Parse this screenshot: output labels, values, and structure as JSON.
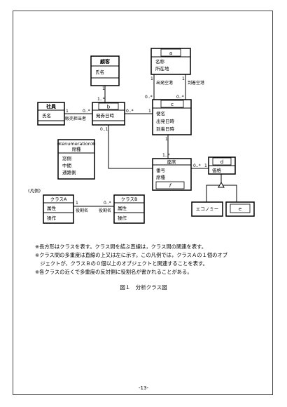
{
  "diagram": {
    "customer": {
      "name": "顧客",
      "attrs": [
        "氏名"
      ]
    },
    "a": {
      "name": "a",
      "attrs": [
        "名称",
        "所在地"
      ]
    },
    "employee": {
      "name": "社員",
      "attrs": [
        "氏名"
      ]
    },
    "b": {
      "name": "b",
      "attrs": [
        "発券日時"
      ]
    },
    "c": {
      "name": "c",
      "attrs": [
        "便名",
        "出発日時",
        "到着日時"
      ]
    },
    "enum": {
      "stereotype": "≪enumeration≫",
      "name": "席種",
      "values": [
        "窓側",
        "中間",
        "通路側"
      ]
    },
    "seat": {
      "name": "座席",
      "attrs": [
        "番号",
        "席種"
      ],
      "f": "f"
    },
    "d": {
      "name": "d",
      "attrs": [
        "価格"
      ]
    },
    "economy": {
      "name": "エコノミー"
    },
    "e": {
      "name": "e"
    },
    "legend": {
      "label": "(凡例)",
      "classA": {
        "name": "クラスA",
        "attr": "属性",
        "op": "操作"
      },
      "classB": {
        "name": "クラスB",
        "attr": "属性",
        "op": "操作"
      },
      "role_a": "役割名",
      "role_b": "役割名",
      "mult_a": "1",
      "mult_b": "0..*"
    },
    "roles": {
      "departure": "出発空港",
      "arrival": "到着空港",
      "sales": "販売担当者"
    },
    "mult": {
      "cust_b_top": "1",
      "cust_b_bottom": "1..*",
      "a_dep": "1",
      "a_arr": "1",
      "c_dep": "0..*",
      "c_arr": "0..*",
      "emp_end": "1",
      "b_emp_end": "0..*",
      "b_c_end": "0..*",
      "c_b_end": "1",
      "b_seat_end": "0..1",
      "c_seat_top": "1",
      "seat_c_end": "1..*",
      "seat_d_end": "0..*",
      "d_seat_end": "1"
    }
  },
  "notes": [
    "※長方形はクラスを表す。クラス間を結ぶ直線は，クラス間の関連を表す。",
    "※クラス間の多重度は直線の上又は左に示す。この凡例では，クラスＡの１個のオブ",
    "　ジェクトが，クラスＢの０個以上のオブジェクトと関連することを表す。",
    "※各クラスの近くで多重度の反対側に役割名が書かれることがある。"
  ],
  "caption": "図１　分析クラス図",
  "page_number": "-13-"
}
